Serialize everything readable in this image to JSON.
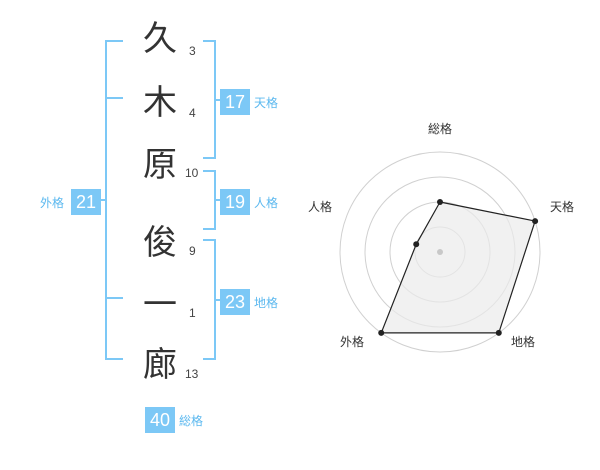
{
  "name": {
    "chars": [
      {
        "char": "久",
        "strokes": "3"
      },
      {
        "char": "木",
        "strokes": "4"
      },
      {
        "char": "原",
        "strokes": "10"
      },
      {
        "char": "俊",
        "strokes": "9"
      },
      {
        "char": "一",
        "strokes": "1"
      },
      {
        "char": "廊",
        "strokes": "13"
      }
    ]
  },
  "kaku": {
    "tenkaku": {
      "value": "17",
      "label": "天格"
    },
    "jinkaku": {
      "value": "19",
      "label": "人格"
    },
    "chikaku": {
      "value": "23",
      "label": "地格"
    },
    "gaikaku": {
      "value": "21",
      "label": "外格"
    },
    "soukaku": {
      "value": "40",
      "label": "総格"
    }
  },
  "chart_data": {
    "type": "radar",
    "axes": [
      "総格",
      "天格",
      "地格",
      "外格",
      "人格"
    ],
    "rings": 4,
    "max": 4,
    "values": [
      2,
      4,
      4,
      4,
      1
    ],
    "colors": {
      "fill": "#ebebeb",
      "line": "#222222",
      "grid": "#d0d0d0",
      "center": "#c8c8c8"
    }
  },
  "colors": {
    "accent": "#7cc8f6",
    "accent_text": "#5bb8ef"
  }
}
